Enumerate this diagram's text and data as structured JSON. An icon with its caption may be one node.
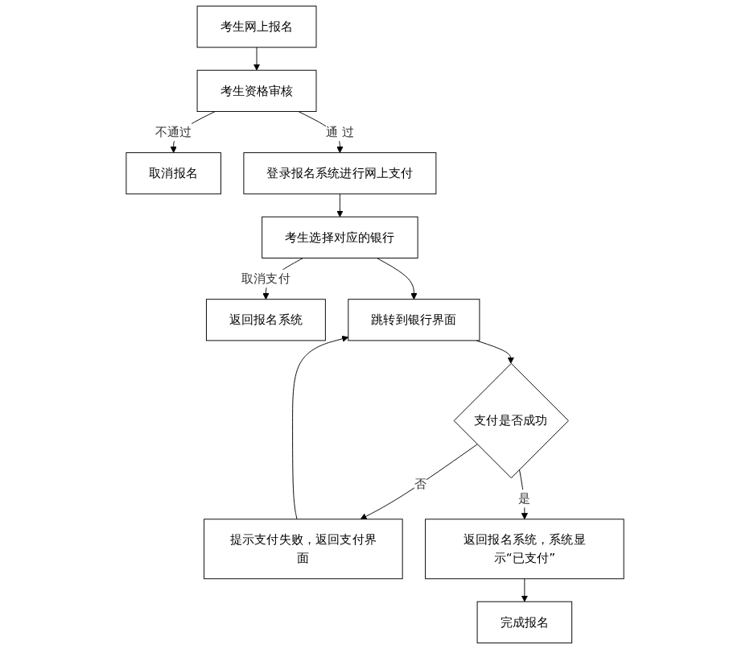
{
  "diagram": {
    "nodes": [
      {
        "text": [
          "考生网上报名"
        ]
      },
      {
        "text": [
          "考生资格审核"
        ]
      },
      {
        "text": [
          "取消报名"
        ]
      },
      {
        "text": [
          "登录报名系统进行网上支付"
        ]
      },
      {
        "text": [
          "考生选择对应的银行"
        ]
      },
      {
        "text": [
          "返回报名系统"
        ]
      },
      {
        "text": [
          "跳转到银行界面"
        ]
      },
      {
        "text": [
          "支付是否成功"
        ]
      },
      {
        "text": [
          "提示支付失败，返回支付界面"
        ]
      },
      {
        "text": [
          "返回报名系统，系统显示“已支付”"
        ]
      },
      {
        "text": [
          "完成报名"
        ]
      }
    ],
    "edges": [
      {
        "from": 0,
        "to": 1,
        "arrow": "to"
      },
      {
        "from": 1,
        "to": 2,
        "arrow": "to",
        "label": "不通过"
      },
      {
        "from": 1,
        "to": 3,
        "arrow": "to",
        "label": "通 过"
      },
      {
        "from": 3,
        "to": 4,
        "arrow": "to"
      },
      {
        "from": 4,
        "to": 5,
        "arrow": "to",
        "label": "取消支付"
      },
      {
        "from": 4,
        "to": 6,
        "arrow": "to"
      },
      {
        "from": 6,
        "to": 7,
        "arrow": "to"
      },
      {
        "from": 7,
        "to": 8,
        "arrow": "to",
        "label": "否"
      },
      {
        "from": 8,
        "to": 6,
        "arrow": "to"
      },
      {
        "from": 7,
        "to": 9,
        "arrow": "to",
        "label": "是"
      },
      {
        "from": 9,
        "to": 10,
        "arrow": "to"
      }
    ]
  }
}
